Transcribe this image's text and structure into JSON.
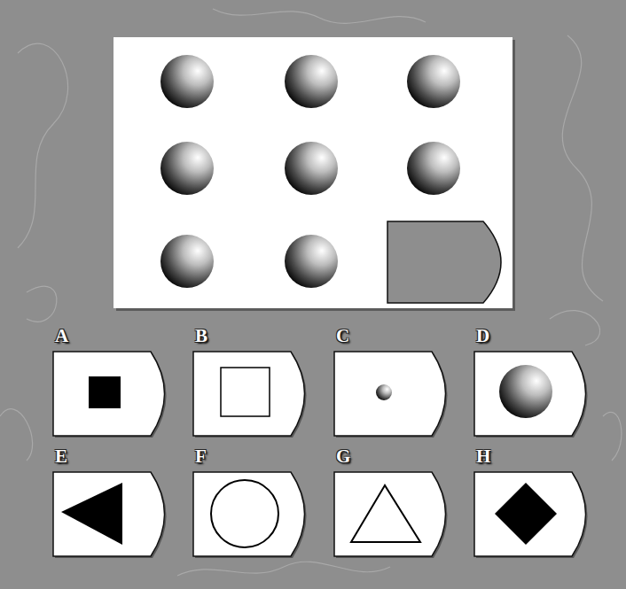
{
  "diagram": {
    "nodes": [
      {
        "text": [
          "A"
        ]
      },
      {
        "text": [
          "B"
        ]
      },
      {
        "text": [
          "C"
        ]
      },
      {
        "text": [
          "D"
        ]
      },
      {
        "text": [
          "E"
        ]
      },
      {
        "text": [
          "F"
        ]
      },
      {
        "text": [
          "G"
        ]
      },
      {
        "text": [
          "H"
        ]
      }
    ]
  }
}
